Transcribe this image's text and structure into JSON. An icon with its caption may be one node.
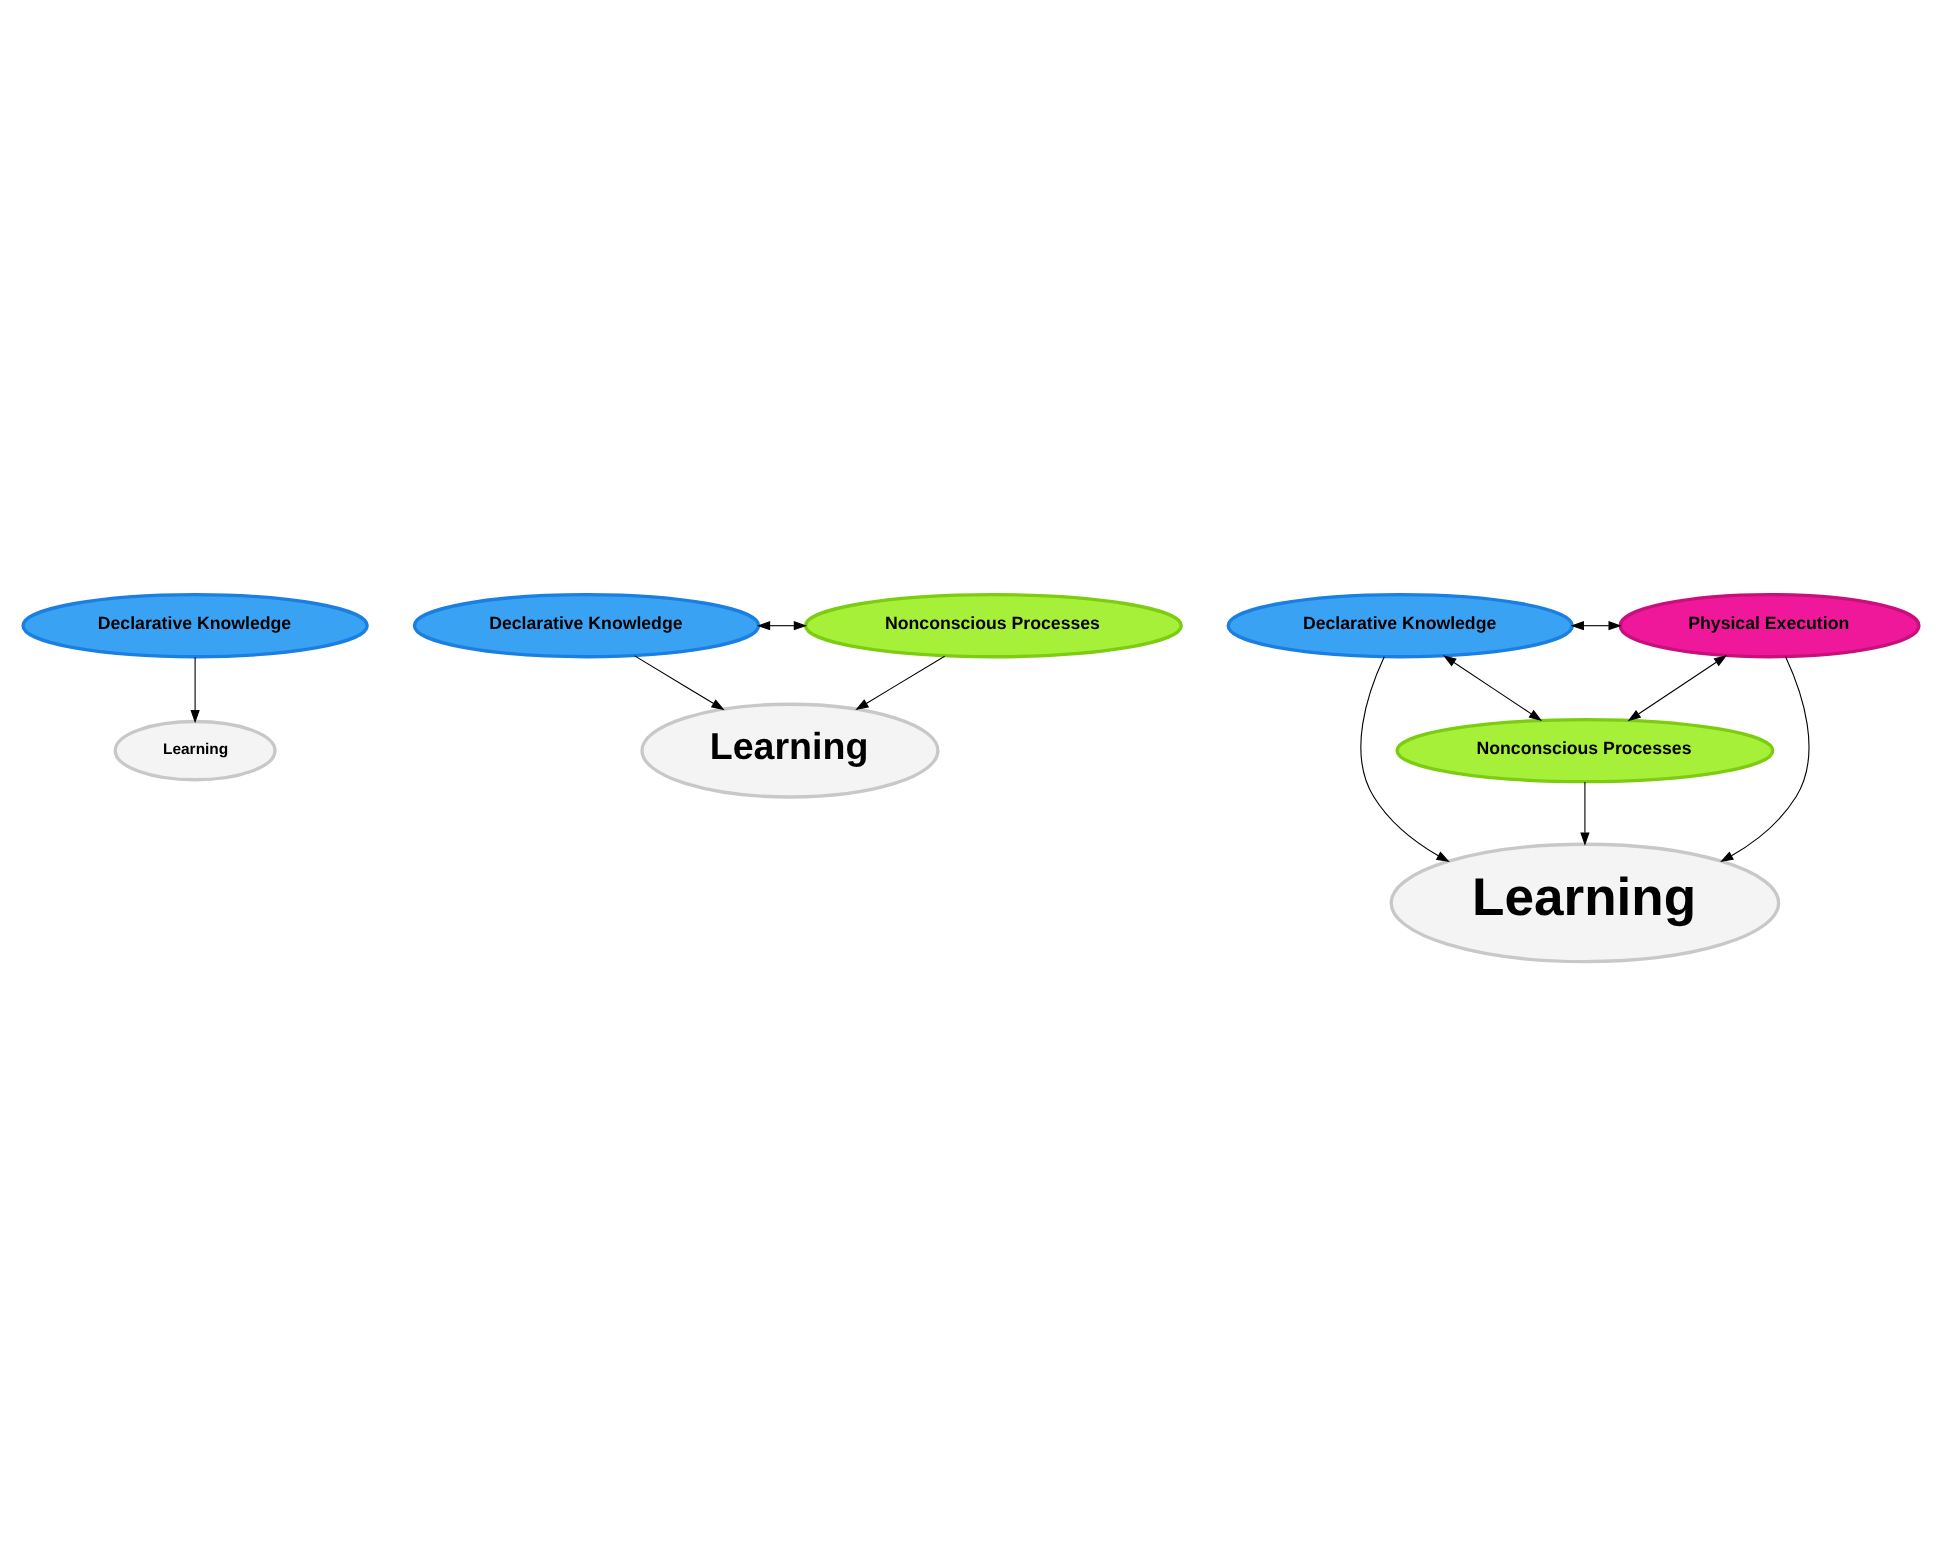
{
  "diagram": {
    "nodes": [
      {
        "text": [
          "Declarative Knowledge"
        ]
      },
      {
        "text": [
          "Learning"
        ]
      },
      {
        "text": [
          "Declarative Knowledge"
        ]
      },
      {
        "text": [
          "Nonconscious Processes"
        ]
      },
      {
        "text": [
          "Learning"
        ]
      },
      {
        "text": [
          "Declarative Knowledge"
        ]
      },
      {
        "text": [
          "Physical Execution"
        ]
      },
      {
        "text": [
          "Nonconscious Processes"
        ]
      },
      {
        "text": [
          "Learning"
        ]
      }
    ],
    "edges": [
      {
        "from": 0,
        "to": 1,
        "arrow": "to"
      },
      {
        "from": 2,
        "to": 3,
        "arrow": "both"
      },
      {
        "from": 2,
        "to": 4,
        "arrow": "to"
      },
      {
        "from": 3,
        "to": 4,
        "arrow": "to"
      },
      {
        "from": 5,
        "to": 6,
        "arrow": "both"
      },
      {
        "from": 5,
        "to": 7,
        "arrow": "both"
      },
      {
        "from": 7,
        "to": 6,
        "arrow": "both"
      },
      {
        "from": 5,
        "to": 8,
        "arrow": "to"
      },
      {
        "from": 7,
        "to": 8,
        "arrow": "to"
      },
      {
        "from": 6,
        "to": 8,
        "arrow": "to"
      }
    ]
  }
}
